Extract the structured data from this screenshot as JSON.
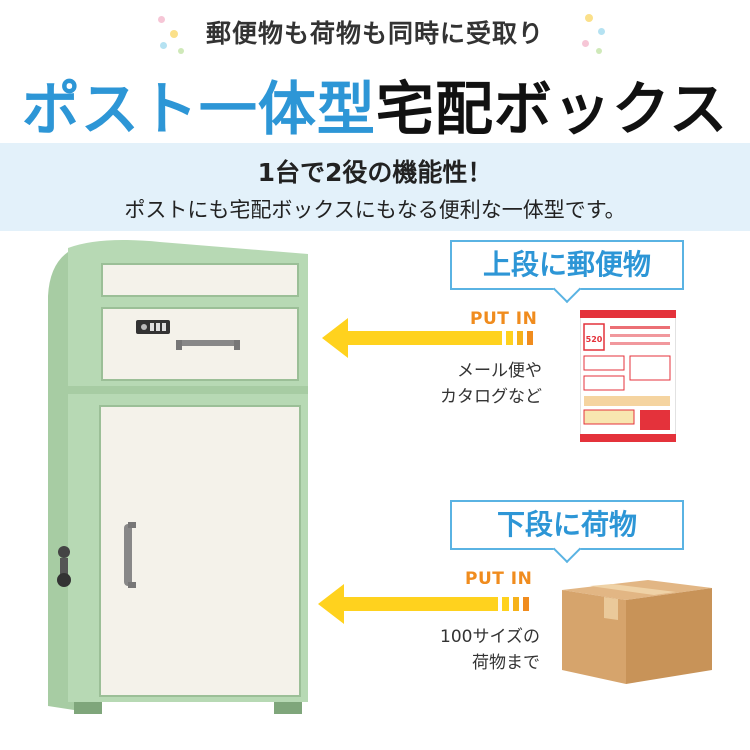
{
  "header": {
    "tagline": "郵便物も荷物も同時に受取り",
    "title_blue": "ポスト一体型",
    "title_black": "宅配ボックス"
  },
  "band": {
    "line1": "1台で2役の機能性！",
    "line2": "ポストにも宅配ボックスにもなる便利な一体型です。"
  },
  "upper": {
    "bubble": "上段に郵便物",
    "putin": "PUT IN",
    "caption_line1": "メール便や",
    "caption_line2": "カタログなど",
    "envelope_price": "520"
  },
  "lower": {
    "bubble": "下段に荷物",
    "putin": "PUT IN",
    "caption_line1": "100サイズの",
    "caption_line2": "荷物まで"
  },
  "colors": {
    "accent_blue": "#2d96d6",
    "bubble_border": "#5ab3e3",
    "band_bg": "#e3f1fa",
    "arrow_yellow": "#ffd21e",
    "arrow_orange": "#f08c1e",
    "mailbox_green": "#b7d9b4",
    "mailbox_white": "#f4f2ea"
  },
  "icons": [
    "combination-lock-icon",
    "key-icon",
    "handle-icon",
    "arrow-left-icon",
    "envelope-icon",
    "cardboard-box-icon"
  ]
}
